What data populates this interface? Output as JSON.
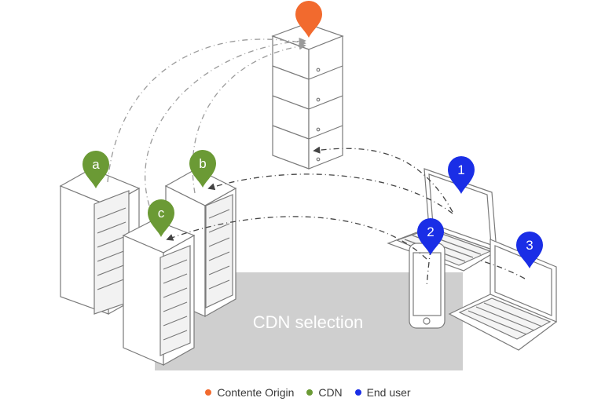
{
  "colors": {
    "origin": "#f26a2e",
    "cdn": "#6b9a35",
    "end_user": "#1a2ee6",
    "selection_area": "#cfcfcf",
    "outline": "#7a7a7a"
  },
  "selection_area": {
    "label": "CDN selection"
  },
  "pins": {
    "origin": {
      "label": ""
    },
    "cdn_a": {
      "label": "a"
    },
    "cdn_b": {
      "label": "b"
    },
    "cdn_c": {
      "label": "c"
    },
    "user_1": {
      "label": "1"
    },
    "user_2": {
      "label": "2"
    },
    "user_3": {
      "label": "3"
    }
  },
  "legend": [
    {
      "label": "Contente Origin",
      "color": "#f26a2e"
    },
    {
      "label": "CDN",
      "color": "#6b9a35"
    },
    {
      "label": "End user",
      "color": "#1a2ee6"
    }
  ]
}
